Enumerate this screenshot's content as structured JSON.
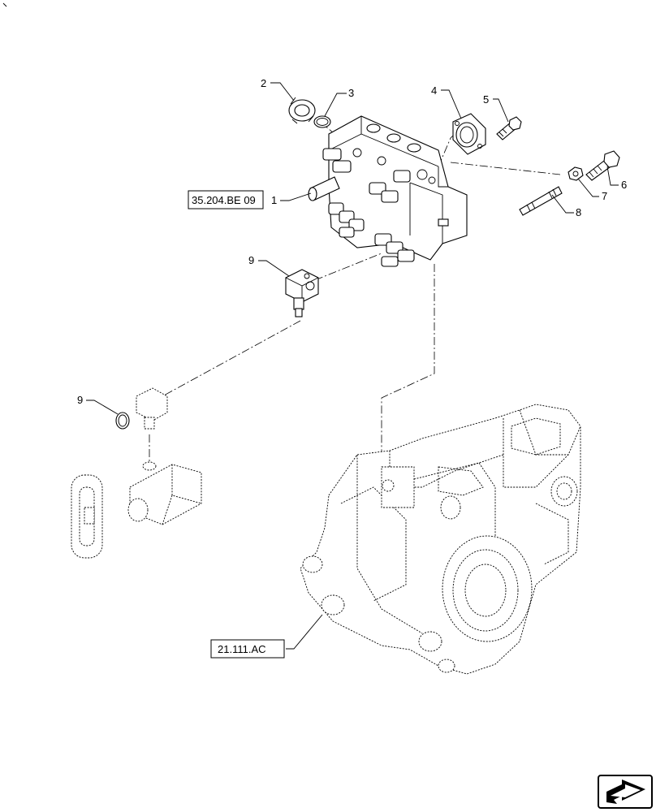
{
  "callouts": [
    {
      "id": "c2",
      "text": "2"
    },
    {
      "id": "c3",
      "text": "3"
    },
    {
      "id": "c4",
      "text": "4"
    },
    {
      "id": "c5",
      "text": "5"
    },
    {
      "id": "c6",
      "text": "6"
    },
    {
      "id": "c7",
      "text": "7"
    },
    {
      "id": "c8",
      "text": "8"
    },
    {
      "id": "c1",
      "text": "1"
    },
    {
      "id": "c9a",
      "text": "9"
    },
    {
      "id": "c9b",
      "text": "9"
    }
  ],
  "references": {
    "valve_section": "35.204.BE 09",
    "housing_section": "21.111.AC"
  },
  "nav_icon": "next-page-arrow-icon"
}
